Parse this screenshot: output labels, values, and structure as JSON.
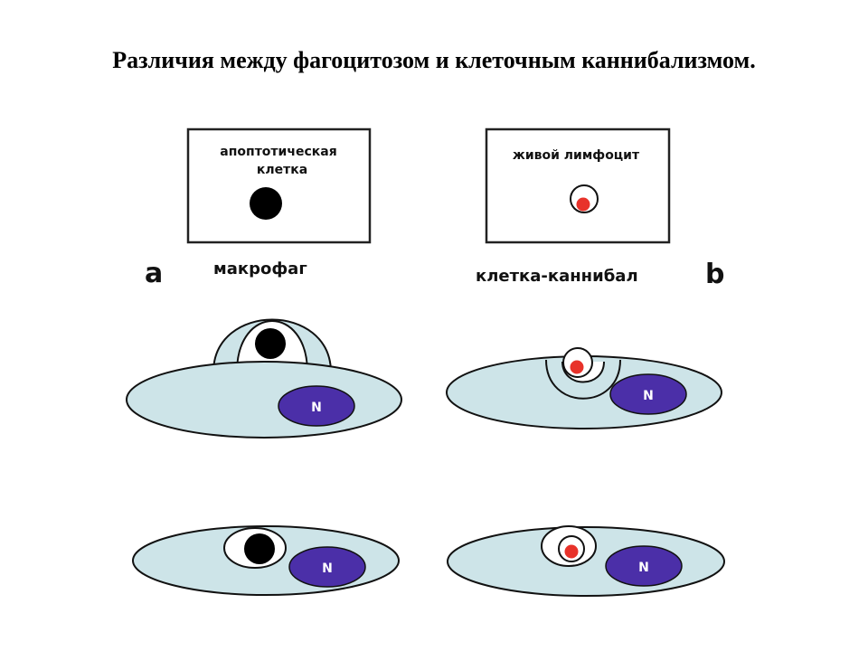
{
  "title": "Различия между фагоцитозом и клеточным каннибализмом.",
  "panel_a": {
    "letter": "a",
    "box_label_line1": "апоптотическая",
    "box_label_line2": "клетка",
    "cell_label": "макрофаг"
  },
  "panel_b": {
    "letter": "b",
    "box_label": "живой лимфоцит",
    "cell_label": "клетка-каннибал"
  },
  "nucleus_label": "N",
  "colors": {
    "cell_fill": "#cde4e8",
    "nucleus_fill": "#4b2fa8",
    "apoptotic_cell": "#000000",
    "lymphocyte_core": "#e8322a",
    "outline": "#111111"
  }
}
